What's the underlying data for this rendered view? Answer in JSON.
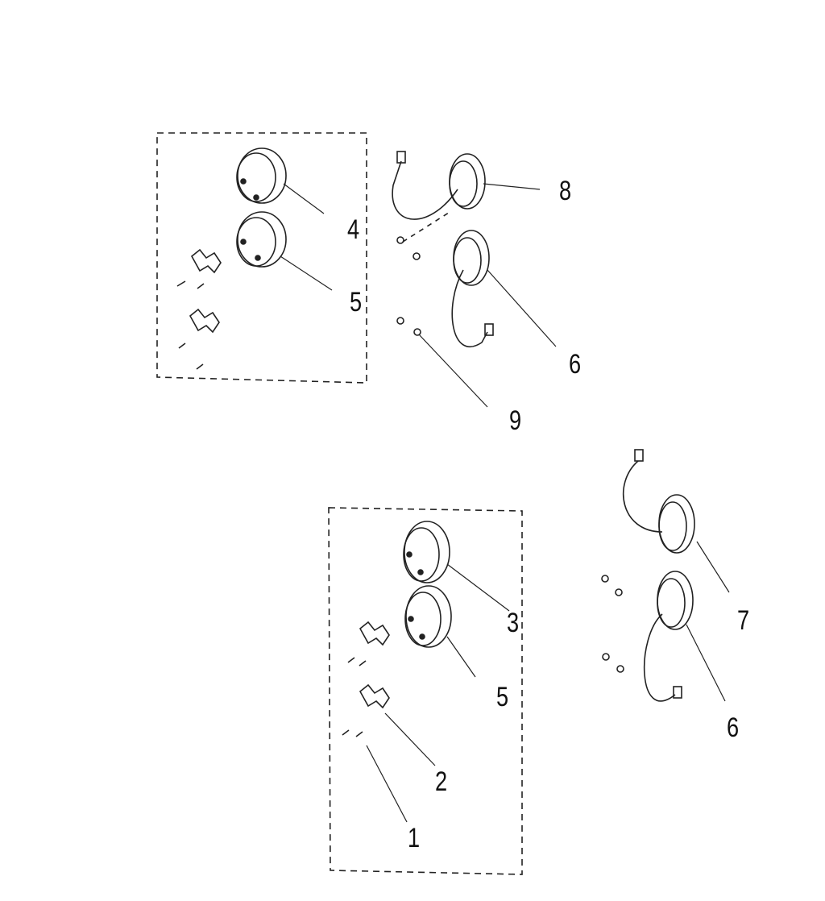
{
  "diagram": {
    "callouts": [
      {
        "id": "c4",
        "text": "4"
      },
      {
        "id": "c5a",
        "text": "5"
      },
      {
        "id": "c8",
        "text": "8"
      },
      {
        "id": "c6a",
        "text": "6"
      },
      {
        "id": "c9",
        "text": "9"
      },
      {
        "id": "c3",
        "text": "3"
      },
      {
        "id": "c5b",
        "text": "5"
      },
      {
        "id": "c2",
        "text": "2"
      },
      {
        "id": "c1",
        "text": "1"
      },
      {
        "id": "c7",
        "text": "7"
      },
      {
        "id": "c6b",
        "text": "6"
      }
    ]
  }
}
